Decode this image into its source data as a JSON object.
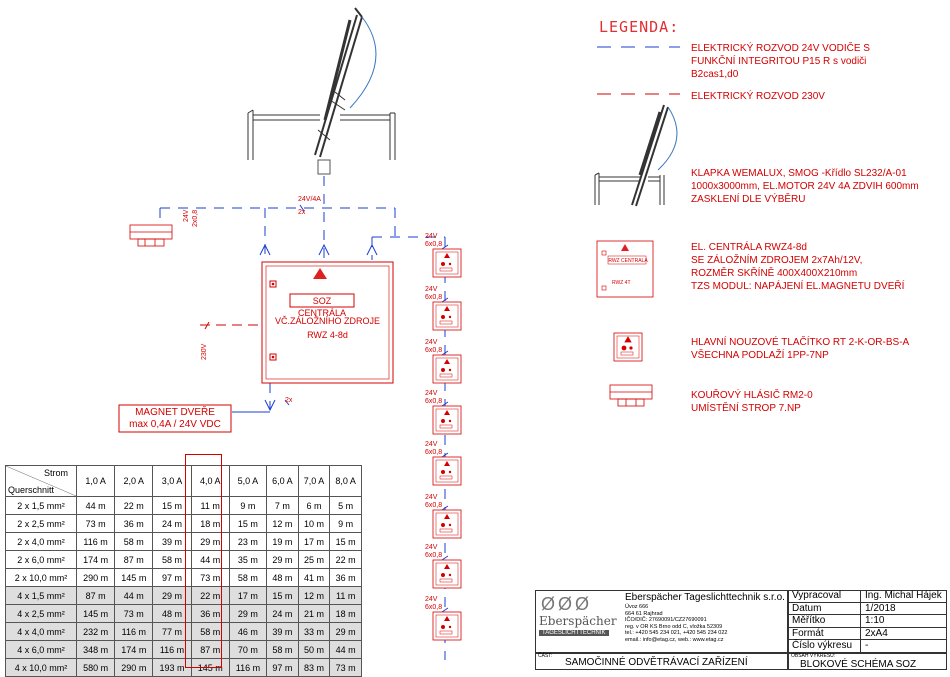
{
  "legend": {
    "title": "LEGENDA:",
    "items": [
      {
        "line1": "ELEKTRICKÝ ROZVOD 24V VODIČE S",
        "line2": "FUNKČNÍ INTEGRITOU  P15 R s vodiči",
        "line3": "B2cas1,d0"
      },
      {
        "line1": "ELEKTRICKÝ ROZVOD 230V"
      },
      {
        "line1": "KLAPKA WEMALUX, SMOG -Křídlo SL232/A-01",
        "line2": "1000x3000mm, EL.MOTOR 24V 4A ZDVIH 600mm",
        "line3": "ZASKLENÍ DLE VÝBĚRU"
      },
      {
        "line1": "EL. CENTRÁLA RWZ4-8d",
        "line2": "SE ZÁLOŽNÍM ZDROJEM 2x7Ah/12V,",
        "line3": "ROZMĚR SKŘÍNĚ 400X400X210mm",
        "line4": "TZS MODUL: NAPÁJENÍ EL.MAGNETU DVEŘÍ"
      },
      {
        "line1": "HLAVNÍ NOUZOVÉ TLAČÍTKO RT 2-K-OR-BS-A",
        "line2": "VŠECHNA PODLAŽÍ 1PP-7NP"
      },
      {
        "line1": "KOUŘOVÝ HLÁSIČ RM2-0",
        "line2": "UMÍSTĚNÍ STROP 7.NP"
      }
    ],
    "central_icon_text": "RWZ CENTRALA",
    "central_icon_sub": "RWZ 4T"
  },
  "central": {
    "title": "SOZ CENTRÁLA",
    "line2": "VČ.ZÁLOŽNÍHO ZDROJE",
    "line3": "RWZ 4-8d"
  },
  "magnet": {
    "line1": "MAGNET DVEŘE",
    "line2": "max 0,4A / 24V VDC"
  },
  "labels": {
    "top_cable": "24V/4A",
    "top_cable_sub": "2x",
    "detector_cable": "24V",
    "detector_cable_sub": "2x0,8",
    "mains": "230V",
    "magnet_cable": "2x",
    "button_cable": "24V",
    "button_cable_sub": "6x0,8"
  },
  "table": {
    "corner_top": "Strom",
    "corner_bottom": "Querschnitt",
    "columns": [
      "1,0 A",
      "2,0 A",
      "3,0 A",
      "4,0 A",
      "5,0 A",
      "6,0 A",
      "7,0 A",
      "8,0 A"
    ],
    "rows": [
      {
        "label": "2 x 1,5 mm²",
        "values": [
          "44 m",
          "22 m",
          "15 m",
          "11 m",
          "9 m",
          "7 m",
          "6 m",
          "5 m"
        ],
        "shade": false
      },
      {
        "label": "2 x 2,5 mm²",
        "values": [
          "73 m",
          "36 m",
          "24 m",
          "18 m",
          "15 m",
          "12 m",
          "10 m",
          "9 m"
        ],
        "shade": false
      },
      {
        "label": "2 x 4,0 mm²",
        "values": [
          "116 m",
          "58 m",
          "39 m",
          "29 m",
          "23 m",
          "19 m",
          "17 m",
          "15 m"
        ],
        "shade": false
      },
      {
        "label": "2 x 6,0 mm²",
        "values": [
          "174 m",
          "87 m",
          "58 m",
          "44 m",
          "35 m",
          "29 m",
          "25 m",
          "22 m"
        ],
        "shade": false
      },
      {
        "label": "2 x 10,0 mm²",
        "values": [
          "290 m",
          "145 m",
          "97 m",
          "73 m",
          "58 m",
          "48 m",
          "41 m",
          "36 m"
        ],
        "shade": false
      },
      {
        "label": "4 x 1,5 mm²",
        "values": [
          "87 m",
          "44 m",
          "29 m",
          "22 m",
          "17 m",
          "15 m",
          "12 m",
          "11 m"
        ],
        "shade": true
      },
      {
        "label": "4 x 2,5 mm²",
        "values": [
          "145 m",
          "73 m",
          "48 m",
          "36 m",
          "29 m",
          "24 m",
          "21 m",
          "18 m"
        ],
        "shade": true
      },
      {
        "label": "4 x 4,0 mm²",
        "values": [
          "232 m",
          "116 m",
          "77 m",
          "58 m",
          "46 m",
          "39 m",
          "33 m",
          "29 m"
        ],
        "shade": true
      },
      {
        "label": "4 x 6,0 mm²",
        "values": [
          "348 m",
          "174 m",
          "116 m",
          "87 m",
          "70 m",
          "58 m",
          "50 m",
          "44 m"
        ],
        "shade": true
      },
      {
        "label": "4 x 10,0 mm²",
        "values": [
          "580 m",
          "290 m",
          "193 m",
          "145 m",
          "116 m",
          "97 m",
          "83 m",
          "73 m"
        ],
        "shade": true
      }
    ]
  },
  "title_block": {
    "company": "Eberspächer Tageslichttechnik s.r.o.",
    "logo_name": "Eberspächer",
    "logo_sub": "TAGESLICHTTECHNIK",
    "address": [
      "Úvoz 666",
      "664 61 Rajhrad",
      "IČO/DIČ: 27690091/CZ27690091",
      "reg. v OR KS Brno odd C, vložka 52309",
      "tel.: +420 545 234 021, +420 545 234 022",
      "email.: info@etag.cz, web.: www.etag.cz"
    ],
    "fields": [
      {
        "label": "Vypracoval",
        "value": "Ing. Michal Hájek"
      },
      {
        "label": "Datum",
        "value": "1/2018"
      },
      {
        "label": "Měřítko",
        "value": "1:10"
      },
      {
        "label": "Formát",
        "value": "2xA4"
      },
      {
        "label": "Číslo výkresu",
        "value": "-"
      }
    ],
    "part_label": "ČÁST:",
    "part_value": "SAMOČINNÉ ODVĚTRÁVACÍ ZAŘÍZENÍ",
    "content_label": "OBSAH VÝKRESU:",
    "content_value": "BLOKOVÉ SCHÉMA SOZ"
  },
  "colors": {
    "red": "#d40000",
    "blue": "#1a3fd0",
    "gray": "#444444"
  }
}
